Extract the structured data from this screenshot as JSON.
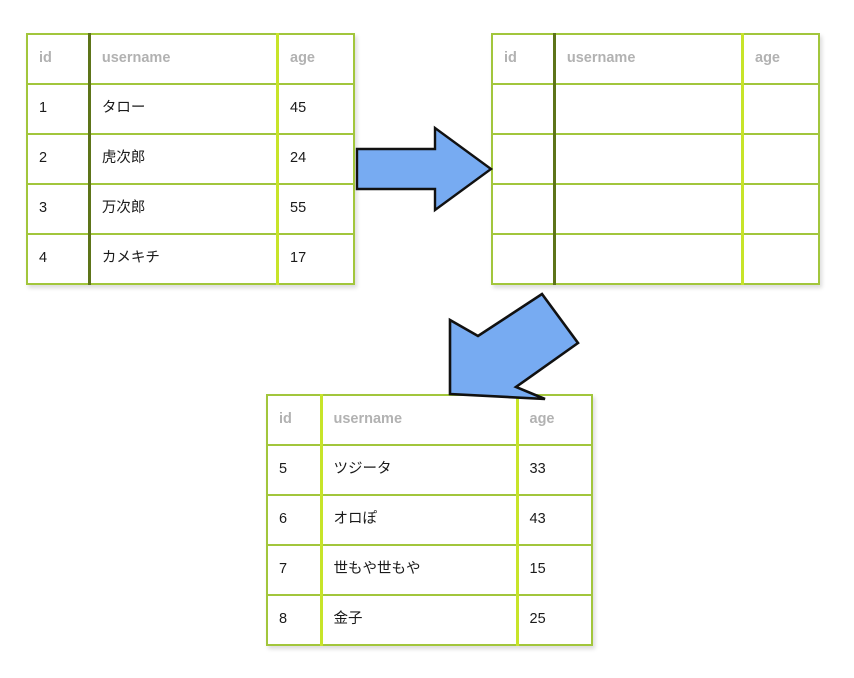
{
  "diagram": {
    "title": "Database table split diagram",
    "columns": [
      "id",
      "username",
      "age"
    ],
    "colors": {
      "table_border": "#a2c63c",
      "divider_dark": "#5d7419",
      "divider_bright": "#c7e429",
      "header_text": "#b2b2b2",
      "cell_text": "#1a1a1a",
      "arrow_fill": "#77abf2",
      "arrow_stroke": "#111111",
      "background": "#ffffff"
    },
    "tables": [
      {
        "id": "source-table",
        "name": "source-users-table",
        "headers": {
          "id": "id",
          "username": "username",
          "age": "age"
        },
        "divider_style": "dark",
        "rows": [
          {
            "id": "1",
            "username": "タロー",
            "age": "45"
          },
          {
            "id": "2",
            "username": "虎次郎",
            "age": "24"
          },
          {
            "id": "3",
            "username": "万次郎",
            "age": "55"
          },
          {
            "id": "4",
            "username": "カメキチ",
            "age": "17"
          }
        ]
      },
      {
        "id": "empty-table",
        "name": "destination-empty-table",
        "headers": {
          "id": "id",
          "username": "username",
          "age": "age"
        },
        "divider_style": "dark",
        "rows": [
          {
            "id": "",
            "username": "",
            "age": ""
          },
          {
            "id": "",
            "username": "",
            "age": ""
          },
          {
            "id": "",
            "username": "",
            "age": ""
          },
          {
            "id": "",
            "username": "",
            "age": ""
          }
        ]
      },
      {
        "id": "result-table",
        "name": "result-users-table",
        "headers": {
          "id": "id",
          "username": "username",
          "age": "age"
        },
        "divider_style": "bright",
        "rows": [
          {
            "id": "5",
            "username": "ツジータ",
            "age": "33"
          },
          {
            "id": "6",
            "username": "オロぽ",
            "age": "43"
          },
          {
            "id": "7",
            "username": "世もや世もや",
            "age": "15"
          },
          {
            "id": "8",
            "username": "金子",
            "age": "25"
          }
        ]
      }
    ],
    "arrows": [
      {
        "name": "arrow-right",
        "direction": "right",
        "label": ""
      },
      {
        "name": "arrow-down-left",
        "direction": "down-left",
        "label": ""
      }
    ]
  }
}
